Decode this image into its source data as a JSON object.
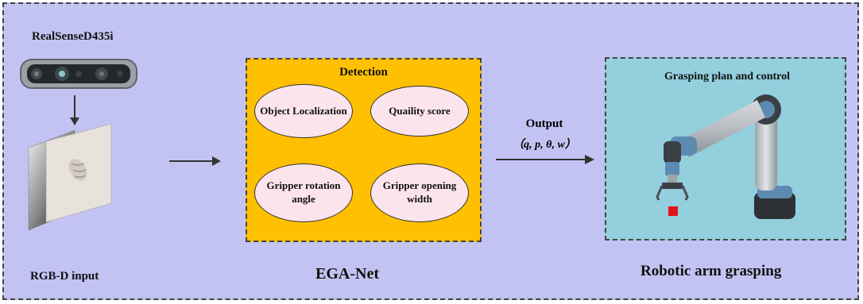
{
  "camera": {
    "label": "RealSenseD435i"
  },
  "input": {
    "label": "RGB-D input"
  },
  "detection": {
    "title": "Detection",
    "items": [
      "Object Localization",
      "Quaility score",
      "Gripper rotation angle",
      "Gripper opening width"
    ],
    "footer": "EGA-Net"
  },
  "output": {
    "label": "Output",
    "vars": "（q,  p, θ, w）"
  },
  "grasping": {
    "title": "Grasping plan and control",
    "footer": "Robotic arm grasping"
  },
  "colors": {
    "background": "#c3c3f3",
    "detection_box": "#fec000",
    "ellipse_fill": "#fce4ec",
    "grasp_box": "#93cfdd",
    "cube": "#e0141e"
  },
  "icons": [
    "camera-icon",
    "rgbd-images-icon",
    "robot-arm-icon"
  ]
}
